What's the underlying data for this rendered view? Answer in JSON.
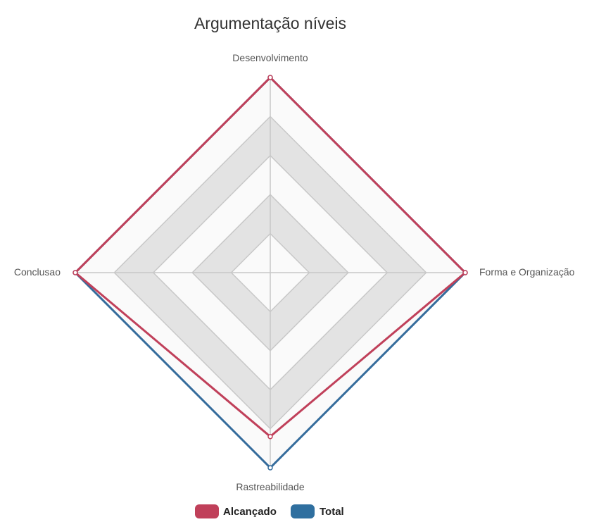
{
  "chart_data": {
    "type": "radar",
    "title": "Argumentação níveis",
    "axes": [
      "Desenvolvimento",
      "Forma e Organização",
      "Rastreabilidade",
      "Conclusao"
    ],
    "levels": 5,
    "max": 5,
    "band_colors": [
      "#fafafa",
      "#e3e3e3"
    ],
    "grid_color": "#c8c8c8",
    "series": [
      {
        "name": "Total",
        "values": [
          5,
          5,
          5,
          5
        ],
        "color": "#356c9c"
      },
      {
        "name": "Alcançado",
        "values": [
          5,
          5,
          4.2,
          5
        ],
        "color": "#c0405a"
      }
    ],
    "legend": {
      "position": "bottom",
      "items": [
        {
          "label": "Alcançado",
          "color": "#c0405a"
        },
        {
          "label": "Total",
          "color": "#2f6f9f"
        }
      ]
    }
  }
}
